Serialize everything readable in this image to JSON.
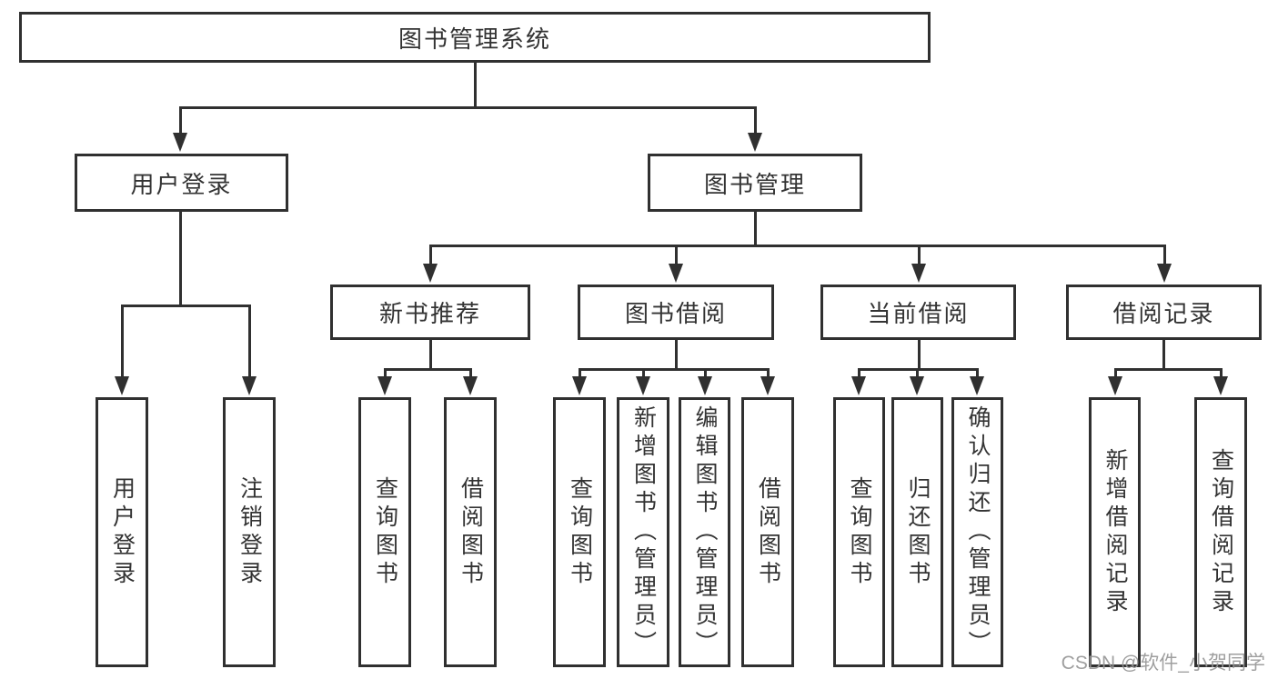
{
  "diagram": {
    "root": {
      "label": "图书管理系统"
    },
    "level1": [
      {
        "label": "用户登录"
      },
      {
        "label": "图书管理"
      }
    ],
    "level2": [
      {
        "label": "新书推荐"
      },
      {
        "label": "图书借阅"
      },
      {
        "label": "当前借阅"
      },
      {
        "label": "借阅记录"
      }
    ],
    "leaves": {
      "user_login": [
        "用户登录",
        "注销登录"
      ],
      "new_books": [
        "查询图书",
        "借阅图书"
      ],
      "book_borrow": [
        "查询图书",
        "新增图书（管理员）",
        "编辑图书（管理员）",
        "借阅图书"
      ],
      "current_borrow": [
        "查询图书",
        "归还图书",
        "确认归还（管理员）"
      ],
      "borrow_records": [
        "新增借阅记录",
        "查询借阅记录"
      ]
    }
  },
  "watermark": "CSDN @软件_小贺同学",
  "colors": {
    "line": "#303030",
    "text": "#333333",
    "watermark": "#979797",
    "background": "#ffffff"
  }
}
